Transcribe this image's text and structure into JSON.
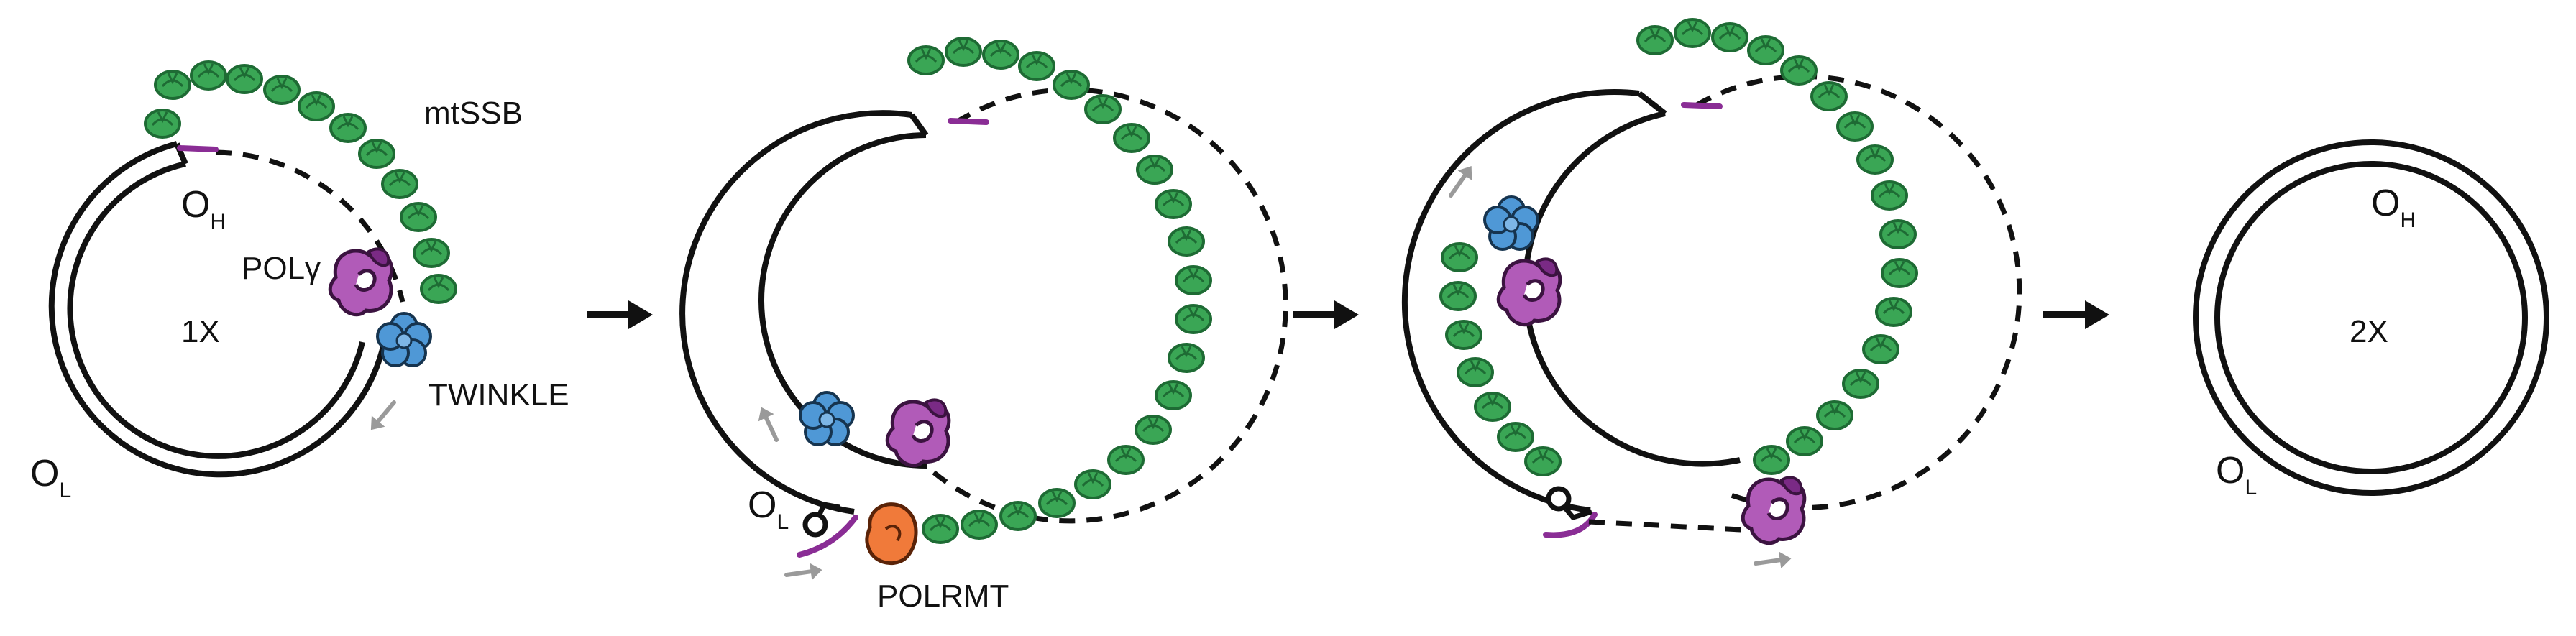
{
  "labels": {
    "mtssb": "mtSSB",
    "oh_main": "O",
    "oh_sub": "H",
    "ol_main": "O",
    "ol_sub": "L",
    "polg_main": "POL",
    "polg_sym": "γ",
    "twinkle": "TWINKLE",
    "polrmt": "POLRMT",
    "copies_start": "1X",
    "copies_end": "2X"
  },
  "colors": {
    "ssb_green": "#3aa655",
    "ssb_dark": "#1e6b34",
    "polg_purple": "#b15bb8",
    "twinkle_blue": "#4f98d6",
    "polrmt_orange": "#f07a3a",
    "primer_purple": "#8a2d95",
    "arrow_gray": "#9a9a9a",
    "dna": "#111111"
  },
  "icons": [
    "mtssb-tetramer-icon",
    "polg-icon",
    "twinkle-helicase-icon",
    "polrmt-icon",
    "process-arrow-icon",
    "direction-arrow-icon"
  ]
}
